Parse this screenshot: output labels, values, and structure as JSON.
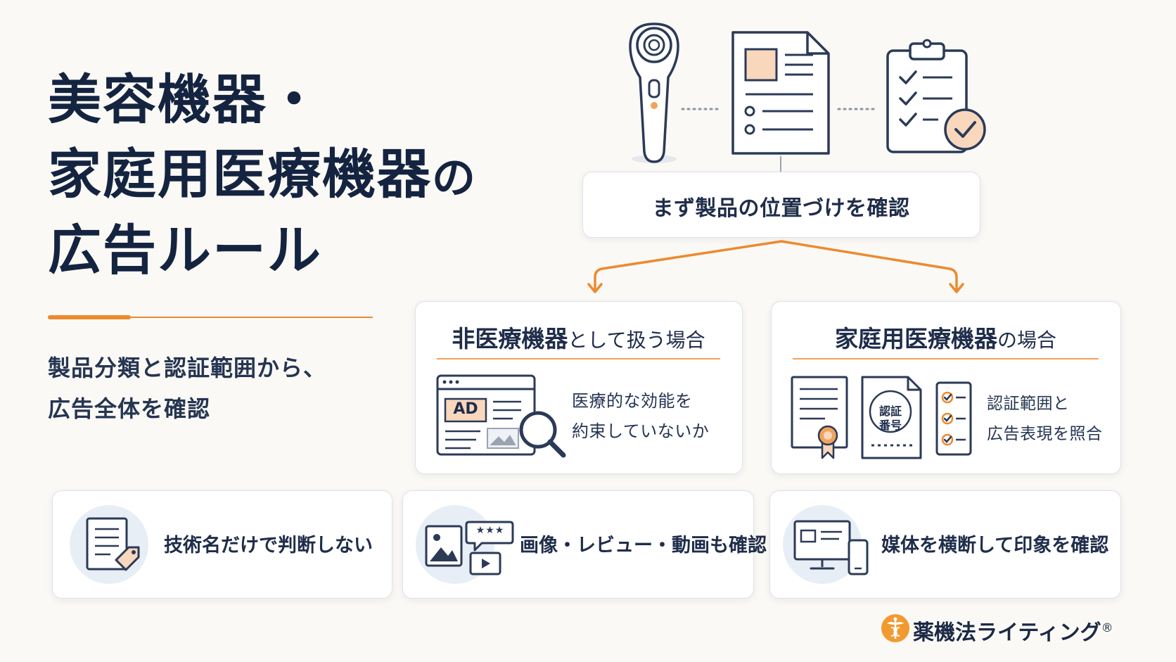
{
  "title": {
    "line1": "美容機器・",
    "line2_main": "家庭用医療機器",
    "line2_particle": "の",
    "line3": "広告ルール"
  },
  "subtitle": {
    "line1": "製品分類と認証範囲から、",
    "line2": "広告全体を確認"
  },
  "top_box": {
    "label": "まず製品の位置づけを確認"
  },
  "left_case": {
    "heading_strong": "非医療機器",
    "heading_weak": "として扱う場合",
    "ad_badge": "AD",
    "body_line1": "医療的な効能を",
    "body_line2": "約束していないか"
  },
  "right_case": {
    "heading_strong": "家庭用医療機器",
    "heading_weak": "の場合",
    "stamp_line1": "認証",
    "stamp_line2": "番号",
    "body_line1": "認証範囲と",
    "body_line2": "広告表現を照合"
  },
  "tips": [
    {
      "label": "技術名だけで判断しない",
      "icon": "document-tag-icon"
    },
    {
      "label": "画像・レビュー・動画も確認",
      "icon": "media-review-icon",
      "stars": "★★★"
    },
    {
      "label": "媒体を横断して印象を確認",
      "icon": "devices-icon"
    }
  ],
  "brand": {
    "name": "薬機法ライティング",
    "mark": "®"
  },
  "colors": {
    "navy": "#142440",
    "accent_orange": "#ec8a2f",
    "card_border": "#dde1e8",
    "icon_fill_orange": "#f8d7bd",
    "icon_circle": "#e8eef6"
  }
}
